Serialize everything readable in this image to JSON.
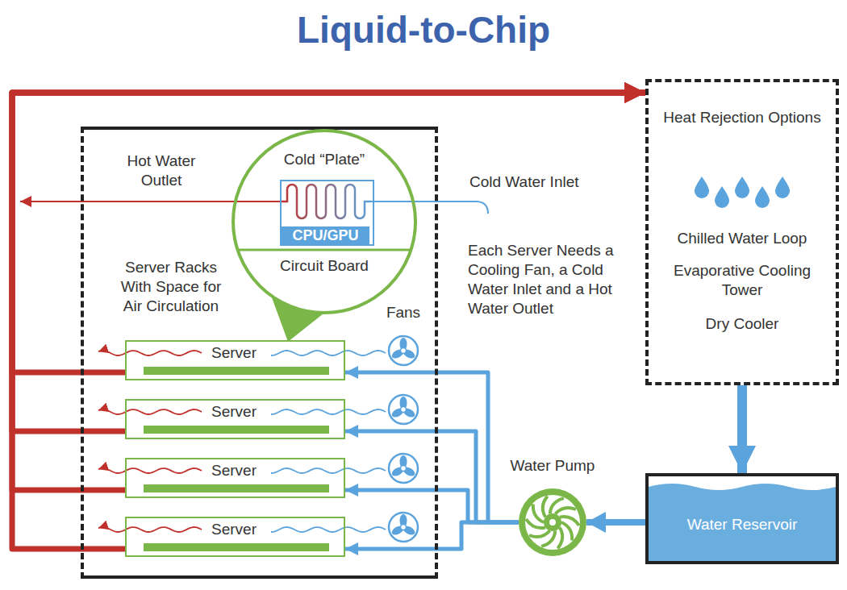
{
  "diagram": {
    "title": "Liquid-to-Chip",
    "nodes": [
      {
        "text": [
          "Server Racks With Space for Air Circulation"
        ]
      },
      {
        "text": [
          "Cold “Plate”",
          "Circuit Board"
        ],
        "in": 0
      },
      {
        "text": [
          "CPU/GPU"
        ],
        "in": 1
      },
      {
        "text": [
          "Server"
        ],
        "in": 0
      },
      {
        "text": [
          "Server"
        ],
        "in": 0
      },
      {
        "text": [
          "Server"
        ],
        "in": 0
      },
      {
        "text": [
          "Server"
        ],
        "in": 0
      },
      {
        "text": [
          "Heat Rejection Options",
          "Chilled Water Loop",
          "Evaporative Cooling Tower",
          "Dry Cooler"
        ]
      },
      {
        "text": [
          "Water Pump"
        ]
      },
      {
        "text": [
          "Water Reservoir"
        ]
      }
    ],
    "edges": [
      {
        "from": 7,
        "to": 9,
        "arrow": "to"
      },
      {
        "from": 9,
        "to": 8,
        "arrow": "to"
      },
      {
        "from": 8,
        "to": 3,
        "arrow": "to"
      },
      {
        "from": 8,
        "to": 4,
        "arrow": "to"
      },
      {
        "from": 8,
        "to": 5,
        "arrow": "to"
      },
      {
        "from": 8,
        "to": 6,
        "arrow": "to"
      },
      {
        "from": 3,
        "to": 7,
        "arrow": "to"
      },
      {
        "from": 4,
        "to": 7,
        "arrow": "to"
      },
      {
        "from": 5,
        "to": 7,
        "arrow": "to"
      },
      {
        "from": 6,
        "to": 7,
        "arrow": "to"
      }
    ],
    "labels": [
      "Hot Water Outlet",
      "Cold Water Inlet",
      "Each Server Needs a Cooling Fan, a Cold Water Inlet and a Hot Water Outlet",
      "Fans"
    ]
  }
}
